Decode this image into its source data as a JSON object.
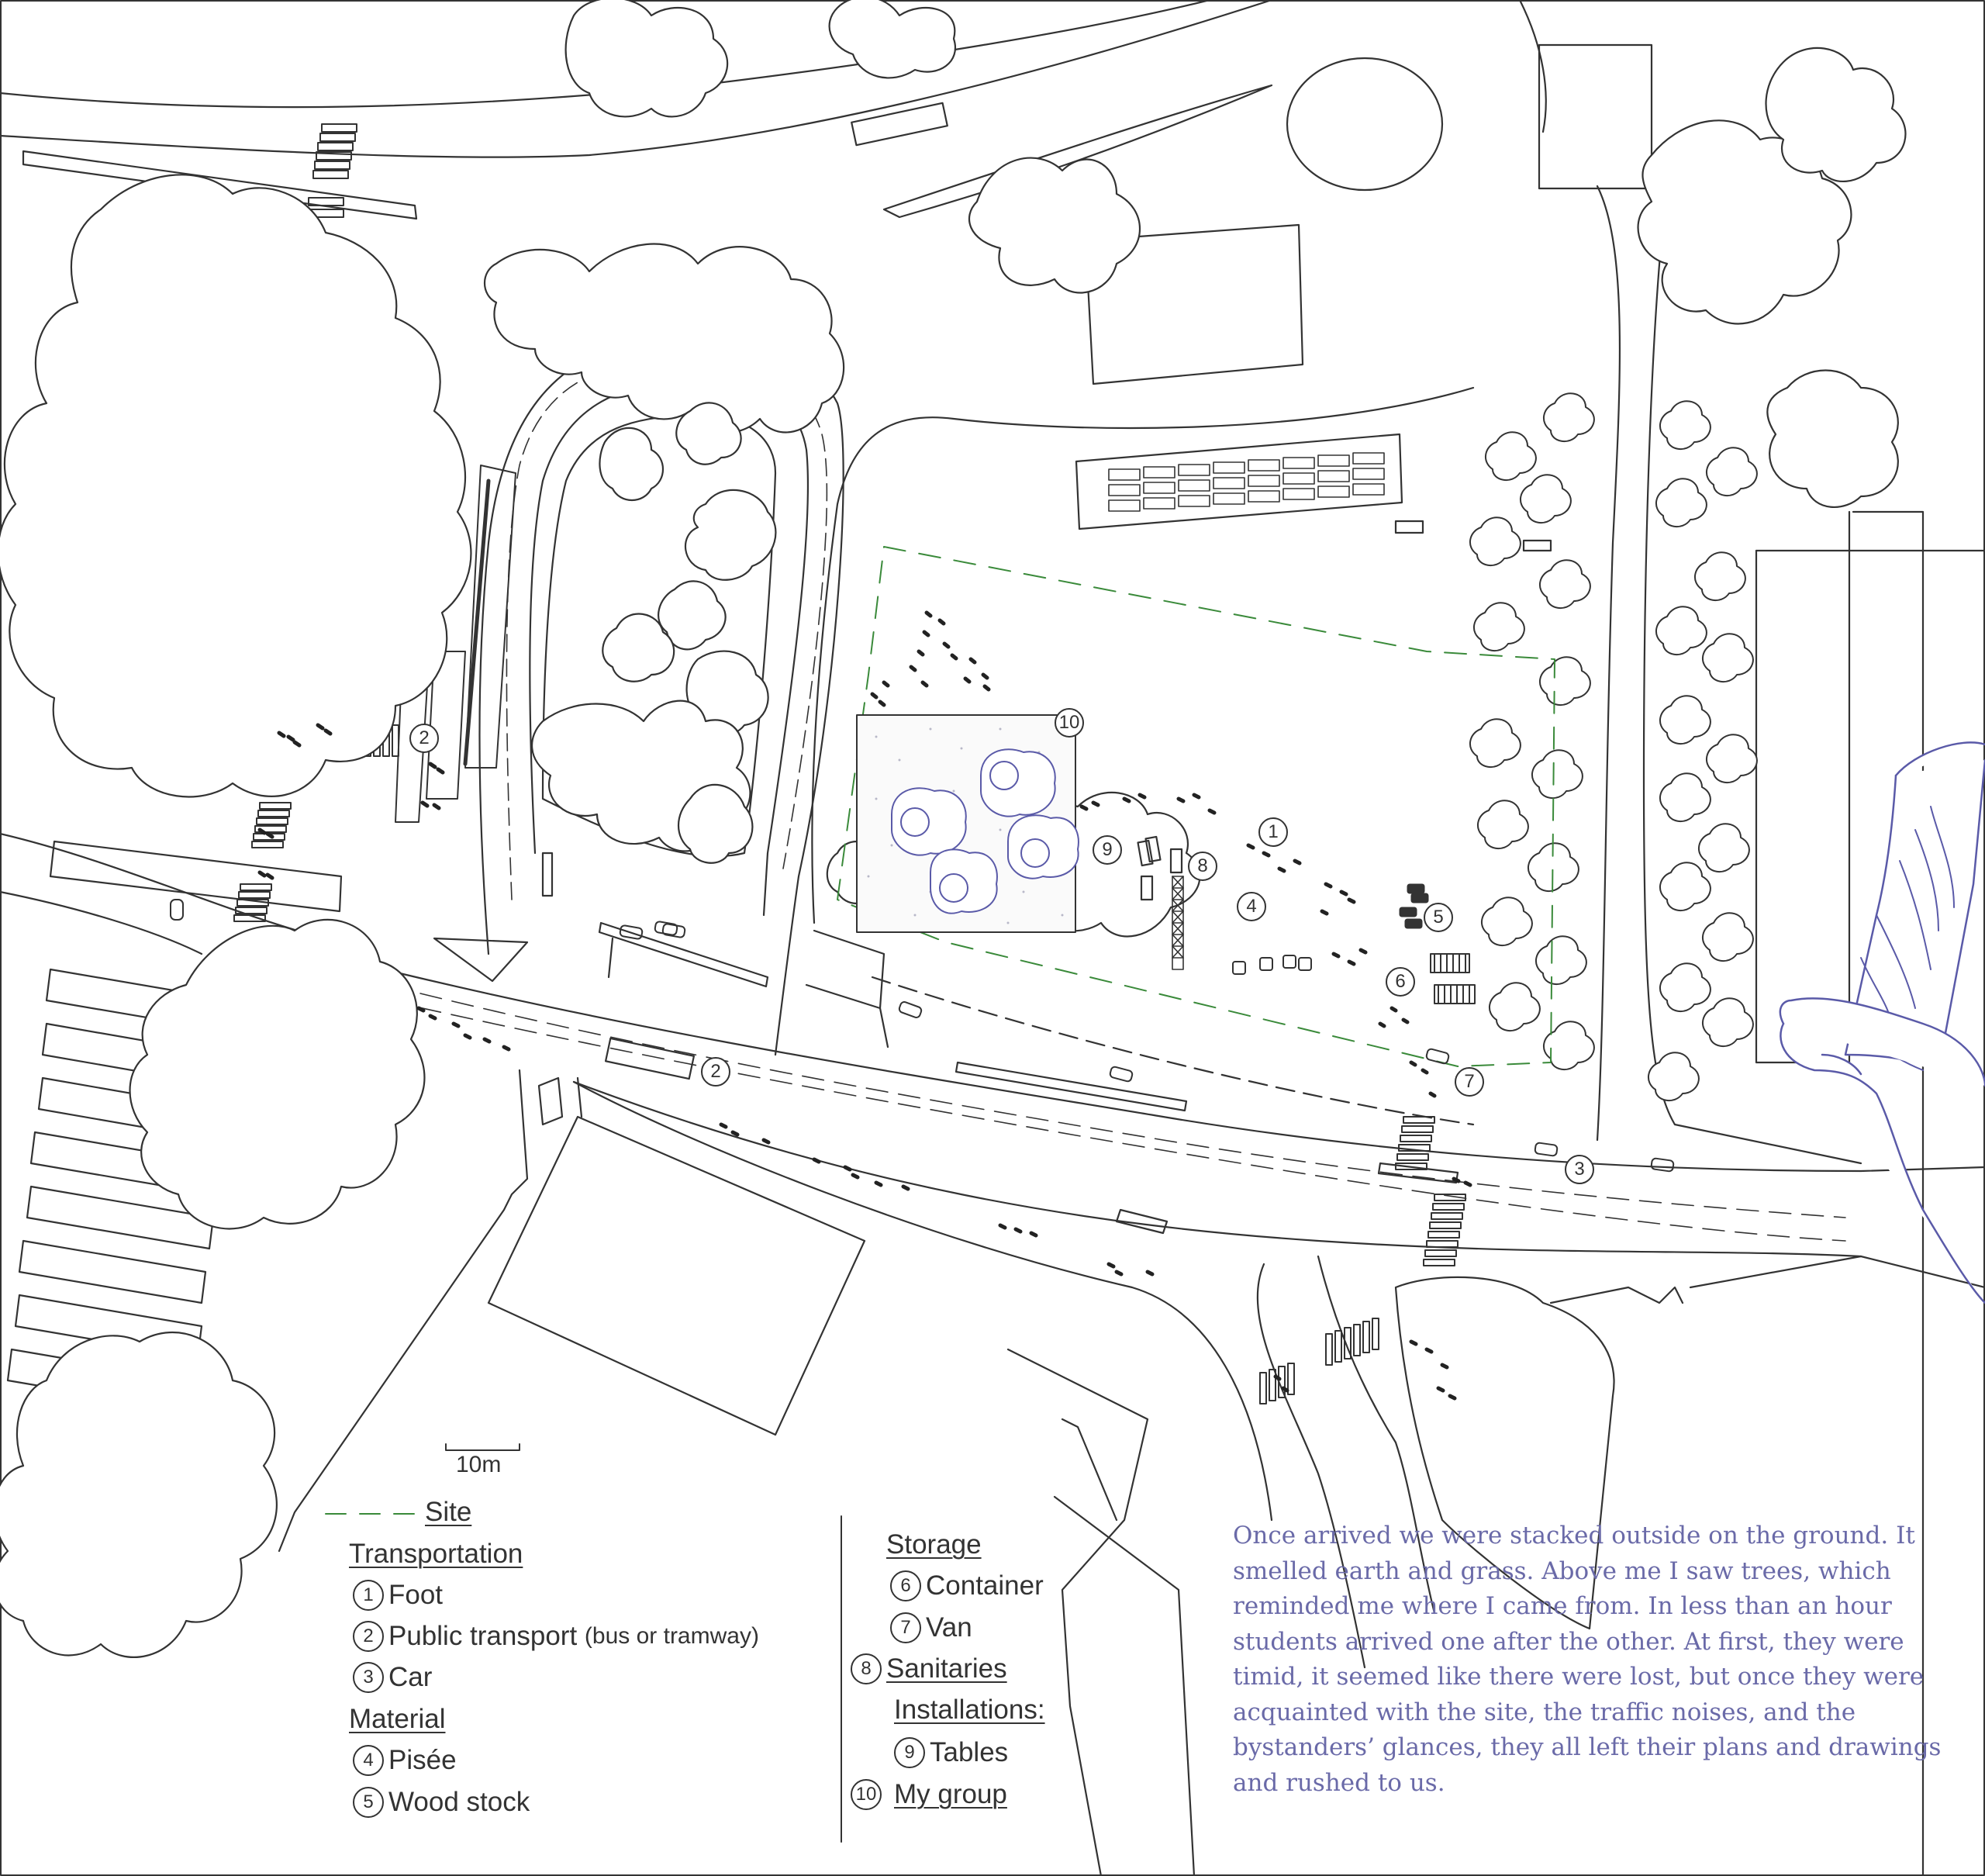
{
  "scale": {
    "label": "10m"
  },
  "legend": {
    "site": "Site",
    "transportation": "Transportation",
    "foot": "Foot",
    "public_transport": "Public transport",
    "public_transport_detail": "(bus or tramway)",
    "car": "Car",
    "material": "Material",
    "pisee": "Pisée",
    "wood_stock": "Wood stock",
    "storage": "Storage",
    "container": "Container",
    "van": "Van",
    "sanitaries": "Sanitaries",
    "installations": "Installations:",
    "tables": "Tables",
    "my_group": "My group",
    "numbers": [
      "1",
      "2",
      "3",
      "4",
      "5",
      "6",
      "7",
      "8",
      "9",
      "10"
    ]
  },
  "story": "Once arrived we were stacked outside on the ground. It smelled earth and grass. Above me I saw trees, which reminded me where I came from. In less than an hour students arrived one after the other. At first, they were timid, it seemed like there were lost, but once they were acquainted with the site, the traffic noises, and the bystanders’ glances, they all left their plans and drawings and rushed to us.",
  "colors": {
    "line": "#333333",
    "site_boundary": "#3a8a3a",
    "accent": "#6a6aa8"
  }
}
